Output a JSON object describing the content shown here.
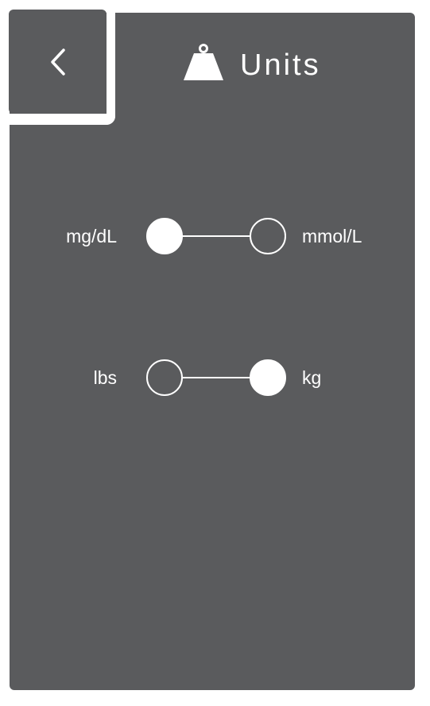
{
  "header": {
    "back_icon": "chevron-left-icon",
    "title_icon": "weight-icon",
    "title": "Units"
  },
  "settings": {
    "glucose": {
      "left_label": "mg/dL",
      "right_label": "mmol/L",
      "selected": "left"
    },
    "weight": {
      "left_label": "lbs",
      "right_label": "kg",
      "selected": "right"
    }
  },
  "colors": {
    "panel": "#5a5b5d",
    "foreground": "#ffffff",
    "background": "#ffffff"
  }
}
